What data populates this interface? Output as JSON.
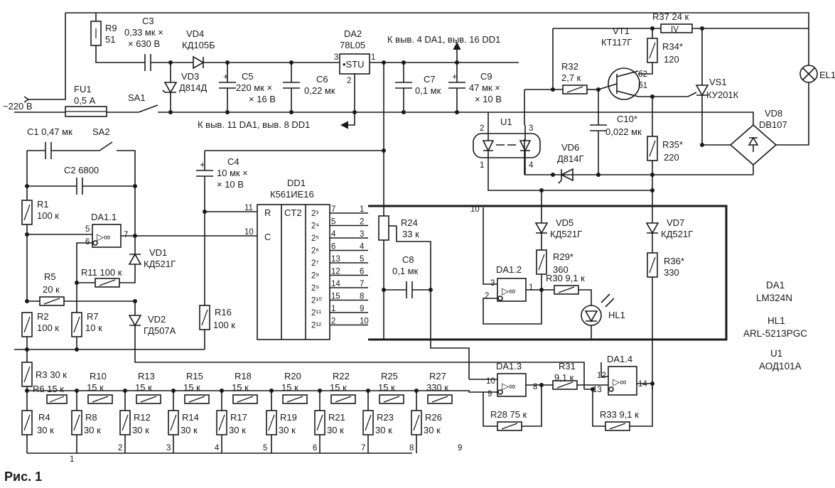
{
  "caption": "Рис. 1",
  "labels": {
    "r9": "R9",
    "r9v": "51",
    "c3": "C3",
    "c3v1": "0,33 мк ×",
    "c3v2": "× 630 В",
    "vd4": "VD4",
    "vd4v": "КД105Б",
    "vd3": "VD3",
    "vd3v": "Д814Д",
    "c5": "C5",
    "c5v1": "220 мк ×",
    "c5v2": "× 16 В",
    "c6": "C6",
    "c6v": "0,22 мк",
    "da2": "DA2",
    "da2v": "78L05",
    "stu": "•STU",
    "top_note": "К выв. 4 DA1, выв. 16 DD1",
    "bottom_note": "К выв. 11 DA1, выв. 8 DD1",
    "c7": "C7",
    "c7v": "0,1 мк",
    "c9": "C9",
    "c9v1": "47 мк ×",
    "c9v2": "× 10 В",
    "mains": "~220 В",
    "fu1": "FU1",
    "fu1v": "0,5 А",
    "sa1": "SA1",
    "sa2": "SA2",
    "c1": "C1 0,47 мк",
    "c2": "C2 6800",
    "c4": "C4",
    "c4v1": "10 мк ×",
    "c4v2": "× 10 В",
    "dd1": "DD1",
    "dd1v": "К561ИЕ16",
    "ct2": "CT2",
    "r": "R",
    "c": "C",
    "r1": "R1",
    "r1v": "100 к",
    "da11": "DA1.1",
    "opamp": "▷∞",
    "vd1": "VD1",
    "vd1v": "КД521Г",
    "r11": "R11 100 к",
    "r5": "R5",
    "r5v": "20 к",
    "r2": "R2",
    "r2v": "100 к",
    "r7": "R7",
    "r7v": "10 к",
    "vd2": "VD2",
    "vd2v": "ГД507А",
    "r16": "R16",
    "r16v": "100 к",
    "r24": "R24",
    "r24v": "33 к",
    "c8": "C8",
    "c8v": "0,1 мк",
    "r37": "R37 24 к",
    "r37mark": "IV",
    "vt1": "VT1",
    "vt1v": "КТ117Г",
    "r34": "R34*",
    "r34v": "120",
    "r32": "R32",
    "r32v": "2,7 к",
    "b2": "б2",
    "b1": "б1",
    "vs1": "VS1",
    "vs1v": "КУ201К",
    "el1": "EL1",
    "u1": "U1",
    "c10": "C10*",
    "c10v": "0,022 мк",
    "vd8": "VD8",
    "vd8v": "DB107",
    "vd6": "VD6",
    "vd6v": "Д814Г",
    "r35": "R35*",
    "r35v": "220",
    "vd5": "VD5",
    "vd5v": "КД521Г",
    "vd7": "VD7",
    "vd7v": "КД521Г",
    "r29": "R29*",
    "r29v": "360",
    "r36": "R36*",
    "r36v": "330",
    "da12": "DA1.2",
    "r30": "R30 9,1 к",
    "hl1": "HL1",
    "da13": "DA1.3",
    "r31": "R31",
    "r31v": "9,1 к",
    "da14": "DA1.4",
    "r28": "R28 75 к",
    "r33": "R33 9,1 к",
    "r3": "R3 30 к",
    "r6": "R6 15 к",
    "r10": "R10",
    "r13": "R13",
    "r15": "R15",
    "r18": "R18",
    "r20": "R20",
    "r22": "R22",
    "r25": "R25",
    "r27": "R27",
    "v15k": "15 к",
    "v330k": "330 к",
    "v30k": "30 к",
    "r4": "R4",
    "r8": "R8",
    "r12": "R12",
    "r14": "R14",
    "r17": "R17",
    "r19": "R19",
    "r21": "R21",
    "r23": "R23",
    "r26": "R26",
    "legend1": "DA1",
    "legend1v": "LM324N",
    "legend2": "HL1",
    "legend2v": "ARL-5213PGC",
    "legend3": "U1",
    "legend3v": "АОД101А"
  },
  "dd1_pins": {
    "left": [
      "11",
      "10"
    ],
    "outputs": [
      "2³",
      "2⁴",
      "2⁵",
      "2⁶",
      "2⁷",
      "2⁸",
      "2⁹",
      "2¹⁰",
      "2¹¹",
      "2¹²"
    ],
    "pin_numbers": [
      "7",
      "5",
      "4",
      "6",
      "13",
      "12",
      "14",
      "15",
      "1",
      "2"
    ],
    "right_numbers": [
      "1",
      "2",
      "3",
      "4",
      "5",
      "6",
      "7",
      "8",
      "9",
      "10"
    ]
  },
  "pins": {
    "p1": "1",
    "p2": "2",
    "p3": "3",
    "p4": "4",
    "p5": "5",
    "p6": "6",
    "p7": "7",
    "p8": "8",
    "p9": "9",
    "p10": "10",
    "p12": "12",
    "p13": "13",
    "p14": "14"
  },
  "ladder_nodes": [
    "1",
    "2",
    "3",
    "4",
    "5",
    "6",
    "7",
    "8",
    "9"
  ]
}
